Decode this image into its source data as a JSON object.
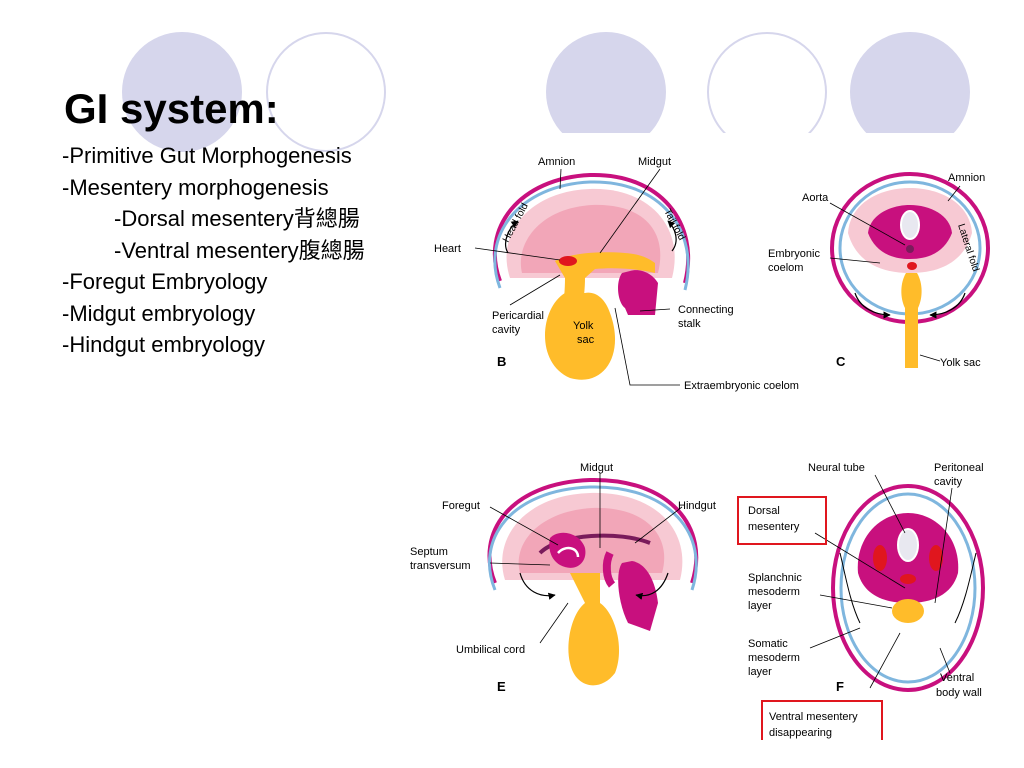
{
  "slide": {
    "title": "GI system:",
    "bullets": [
      {
        "text": "-Primitive Gut Morphogenesis",
        "level": 0
      },
      {
        "text": "-Mesentery morphogenesis",
        "level": 0
      },
      {
        "text": "-Dorsal mesentery背總腸",
        "level": 1
      },
      {
        "text": "-Ventral mesentery腹總腸",
        "level": 1
      },
      {
        "text": "-Foregut Embryology",
        "level": 0
      },
      {
        "text": "-Midgut embryology",
        "level": 0
      },
      {
        "text": "-Hindgut embryology",
        "level": 0
      }
    ]
  },
  "figure": {
    "panel_b": {
      "letter": "B",
      "labels": {
        "amnion": "Amnion",
        "midgut": "Midgut",
        "head_fold": "Head fold",
        "tail_fold": "Tail fold",
        "heart": "Heart",
        "pericardial_1": "Pericardial",
        "pericardial_2": "cavity",
        "yolk_1": "Yolk",
        "yolk_2": "sac",
        "connecting_1": "Connecting",
        "connecting_2": "stalk",
        "extraembryonic": "Extraembryonic coelom"
      }
    },
    "panel_c": {
      "letter": "C",
      "labels": {
        "amnion": "Amnion",
        "aorta": "Aorta",
        "lateral_fold": "Lateral fold",
        "embryonic_1": "Embryonic",
        "embryonic_2": "coelom",
        "yolk_sac": "Yolk sac"
      }
    },
    "panel_e": {
      "letter": "E",
      "labels": {
        "midgut": "Midgut",
        "foregut": "Foregut",
        "hindgut": "Hindgut",
        "septum_1": "Septum",
        "septum_2": "transversum",
        "umbilical": "Umbilical cord"
      }
    },
    "panel_f": {
      "letter": "F",
      "labels": {
        "neural_tube": "Neural tube",
        "peritoneal_1": "Peritoneal",
        "peritoneal_2": "cavity",
        "dorsal_1": "Dorsal",
        "dorsal_2": "mesentery",
        "splanchnic_1": "Splanchnic",
        "splanchnic_2": "mesoderm",
        "splanchnic_3": "layer",
        "somatic_1": "Somatic",
        "somatic_2": "mesoderm",
        "somatic_3": "layer",
        "ventral_wall_1": "Ventral",
        "ventral_wall_2": "body wall",
        "ventral_mes_1": "Ventral mesentery",
        "ventral_mes_2": "disappearing"
      }
    }
  },
  "colors": {
    "circle_fill": "#d6d6ec",
    "magenta": "#c8107e",
    "pink": "#f2a6b8",
    "light_pink": "#f7c9d3",
    "yellow": "#ffbc2a",
    "blue_membrane": "#7fb6de",
    "red_highlight": "#e0161e"
  }
}
